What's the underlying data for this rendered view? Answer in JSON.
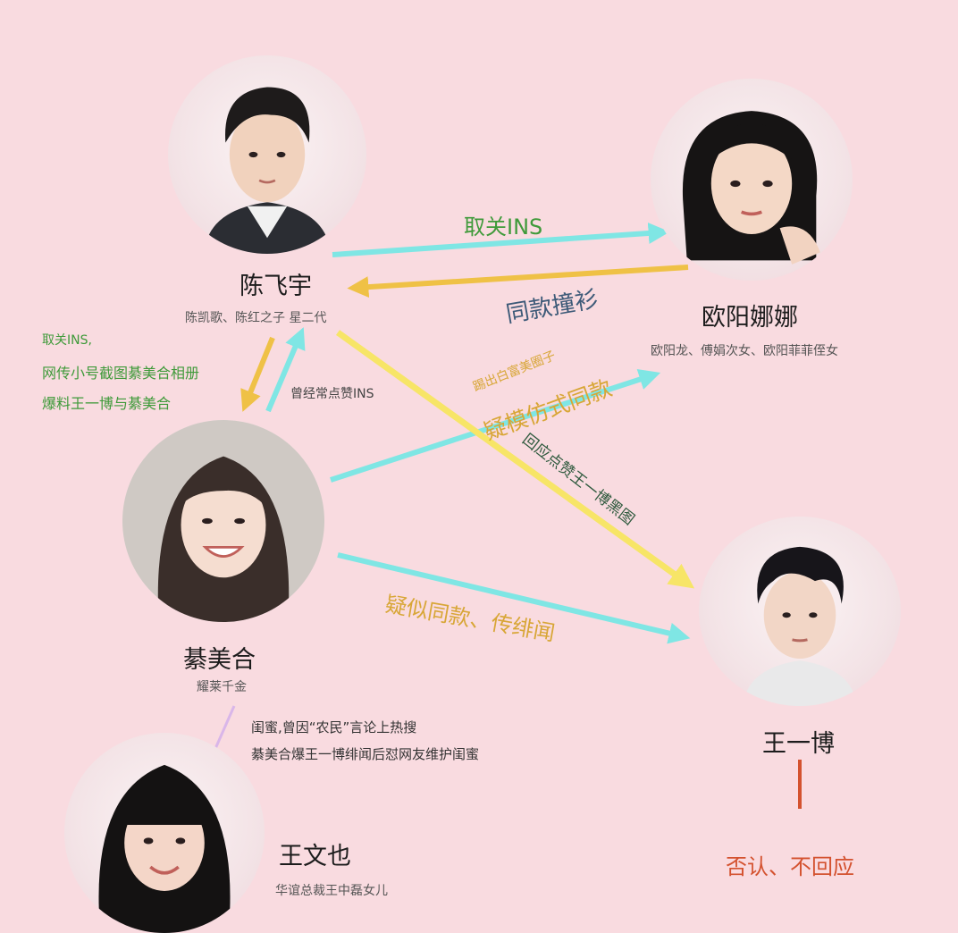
{
  "people": {
    "chen": {
      "name": "陈飞宇",
      "desc": "陈凯歌、陈红之子 星二代"
    },
    "ouyang": {
      "name": "欧阳娜娜",
      "desc": "欧阳龙、傅娟次女、欧阳菲菲侄女"
    },
    "qin": {
      "name": "綦美合",
      "desc": "耀莱千金"
    },
    "wangyibo": {
      "name": "王一博",
      "desc": ""
    },
    "wangwenye": {
      "name": "王文也",
      "desc": "华谊总裁王中磊女儿"
    }
  },
  "relations": {
    "chen_to_ouyang": "取关INS",
    "ouyang_to_chen": "同款撞衫",
    "qin_to_chen_lines": [
      "取关INS,",
      "网传小号截图綦美合相册",
      "爆料王一博与綦美合"
    ],
    "qin_likes_chen": "曾经常点赞INS",
    "qin_to_ouyang_small": "踢出白富美圈子",
    "qin_to_ouyang_large": "疑模仿式同款",
    "chen_to_wangyibo": "回应点赞王一博黑图",
    "qin_to_wangyibo": "疑似同款、传绯闻",
    "wangwenye_qin_line1": "闺蜜,曾因“农民”言论上热搜",
    "wangwenye_qin_line2": "綦美合爆王一博绯闻后怼网友维护闺蜜",
    "wangyibo_response": "否认、不回应"
  },
  "colors": {
    "background": "#f9dbe0",
    "cyan_arrow": "#7fe6e4",
    "orange_arrow": "#efc146",
    "yellow_arrow": "#f7e567",
    "red_line": "#d4522f"
  },
  "icons": {
    "chen": "portrait-young-man-icon",
    "ouyang": "portrait-young-woman-icon",
    "qin": "portrait-smiling-woman-icon",
    "wangyibo": "portrait-young-man-icon",
    "wangwenye": "portrait-woman-bangs-icon"
  }
}
